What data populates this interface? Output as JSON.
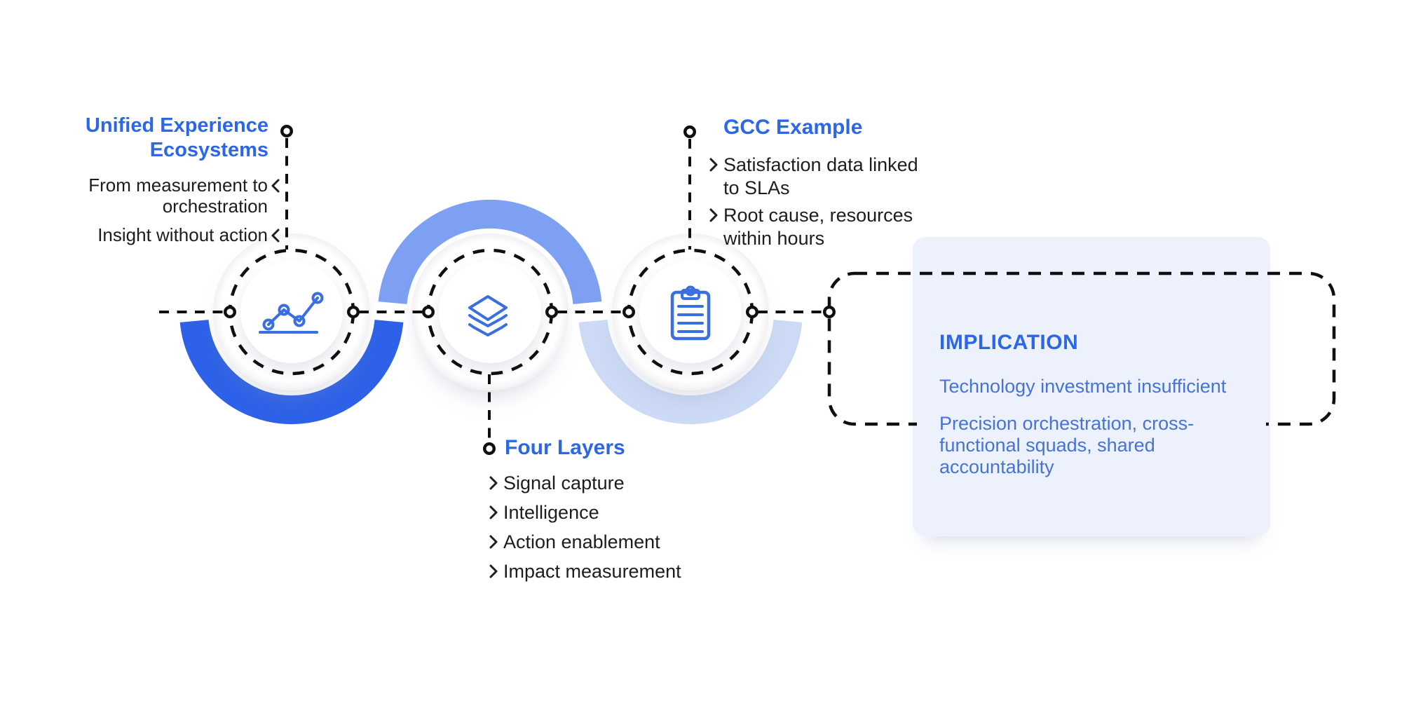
{
  "colors": {
    "accent": "#2c67e8",
    "arc_dark": "#2d62e8",
    "arc_mid": "#7ea0f2",
    "arc_light": "#ccdaf5",
    "box_bg": "#edf1fb",
    "box_text": "#4573d7",
    "text_dark": "#1d1d1f",
    "line": "#0f0f0f",
    "icon": "#3a6fe0"
  },
  "unified": {
    "title": "Unified Experience Ecosystems",
    "items": [
      {
        "lines": [
          "From measurement to",
          "orchestration"
        ]
      },
      {
        "lines": [
          "Insight without action"
        ]
      }
    ]
  },
  "four_layers": {
    "title": "Four Layers",
    "items": [
      "Signal capture",
      "Intelligence",
      "Action enablement",
      "Impact measurement"
    ]
  },
  "gcc": {
    "title": "GCC Example",
    "items": [
      {
        "lines": [
          "Satisfaction data linked",
          "to SLAs"
        ]
      },
      {
        "lines": [
          "Root cause, resources",
          "within hours"
        ]
      }
    ]
  },
  "implication": {
    "title": "IMPLICATION",
    "paragraphs": [
      "Technology investment insufficient",
      "Precision orchestration, cross-functional squads, shared accountability"
    ]
  },
  "icons": [
    "line-chart-icon",
    "layers-icon",
    "clipboard-icon"
  ]
}
